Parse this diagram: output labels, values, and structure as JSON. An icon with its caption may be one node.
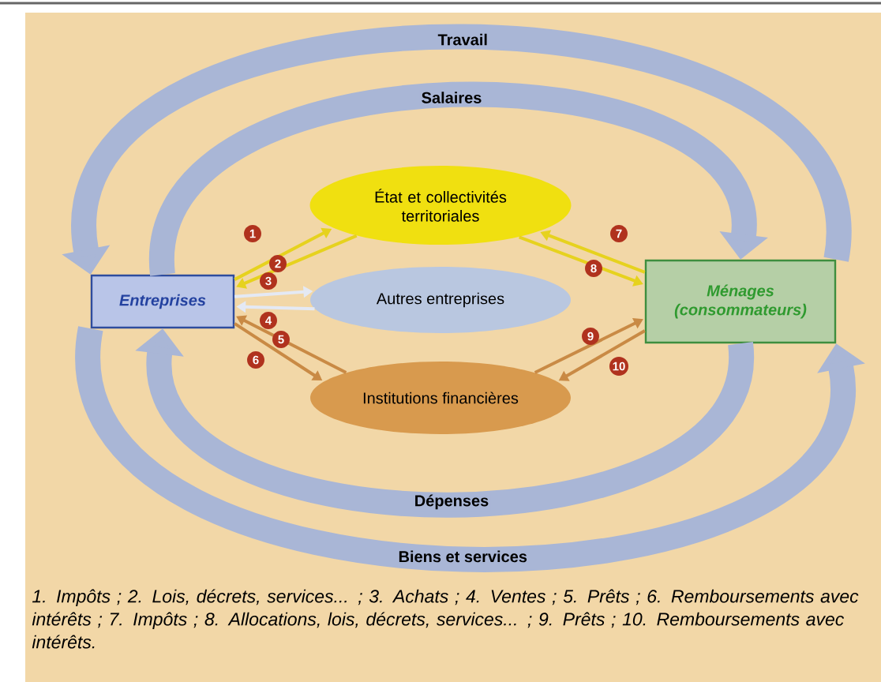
{
  "diagram": {
    "nodes": [
      {
        "text": [
          "Entreprises"
        ]
      },
      {
        "text": [
          "Ménages (consommateurs)"
        ]
      },
      {
        "text": [
          "État et collectivités territoriales"
        ]
      },
      {
        "text": [
          "Autres entreprises"
        ]
      },
      {
        "text": [
          "Institutions financières"
        ]
      }
    ],
    "edges": [
      {
        "from": 1,
        "to": 0,
        "arrow": "to",
        "label": "Travail",
        "style": "thick",
        "color": "#a9b6d6"
      },
      {
        "from": 0,
        "to": 1,
        "arrow": "to",
        "label": "Salaires",
        "style": "thick",
        "color": "#a9b6d6"
      },
      {
        "from": 1,
        "to": 0,
        "arrow": "to",
        "label": "Dépenses",
        "style": "thick",
        "color": "#a9b6d6"
      },
      {
        "from": 0,
        "to": 1,
        "arrow": "to",
        "label": "Biens et services",
        "style": "thick",
        "color": "#a9b6d6"
      },
      {
        "from": 0,
        "to": 2,
        "arrow": "to",
        "label": "1",
        "color": "#e6d21e"
      },
      {
        "from": 2,
        "to": 0,
        "arrow": "to",
        "label": "2",
        "color": "#e6d21e"
      },
      {
        "from": 0,
        "to": 3,
        "arrow": "to",
        "label": "3",
        "color": "#e4e9f4"
      },
      {
        "from": 3,
        "to": 0,
        "arrow": "to",
        "label": "4",
        "color": "#e4e9f4"
      },
      {
        "from": 4,
        "to": 0,
        "arrow": "to",
        "label": "5",
        "color": "#c98a45"
      },
      {
        "from": 0,
        "to": 4,
        "arrow": "to",
        "label": "6",
        "color": "#c98a45"
      },
      {
        "from": 1,
        "to": 2,
        "arrow": "to",
        "label": "7",
        "color": "#e6d21e"
      },
      {
        "from": 2,
        "to": 1,
        "arrow": "to",
        "label": "8",
        "color": "#e6d21e"
      },
      {
        "from": 4,
        "to": 1,
        "arrow": "to",
        "label": "9",
        "color": "#c98a45"
      },
      {
        "from": 1,
        "to": 4,
        "arrow": "to",
        "label": "10",
        "color": "#c98a45"
      }
    ],
    "caption": "1. Impôts ; 2. Lois, décrets, services... ; 3. Achats ; 4. Ventes ; 5. Prêts ; 6. Remboursements avec intérêts ; 7. Impôts ; 8. Allocations, lois, décrets, services... ; 9. Prêts ; 10. Remboursements avec intérêts."
  }
}
